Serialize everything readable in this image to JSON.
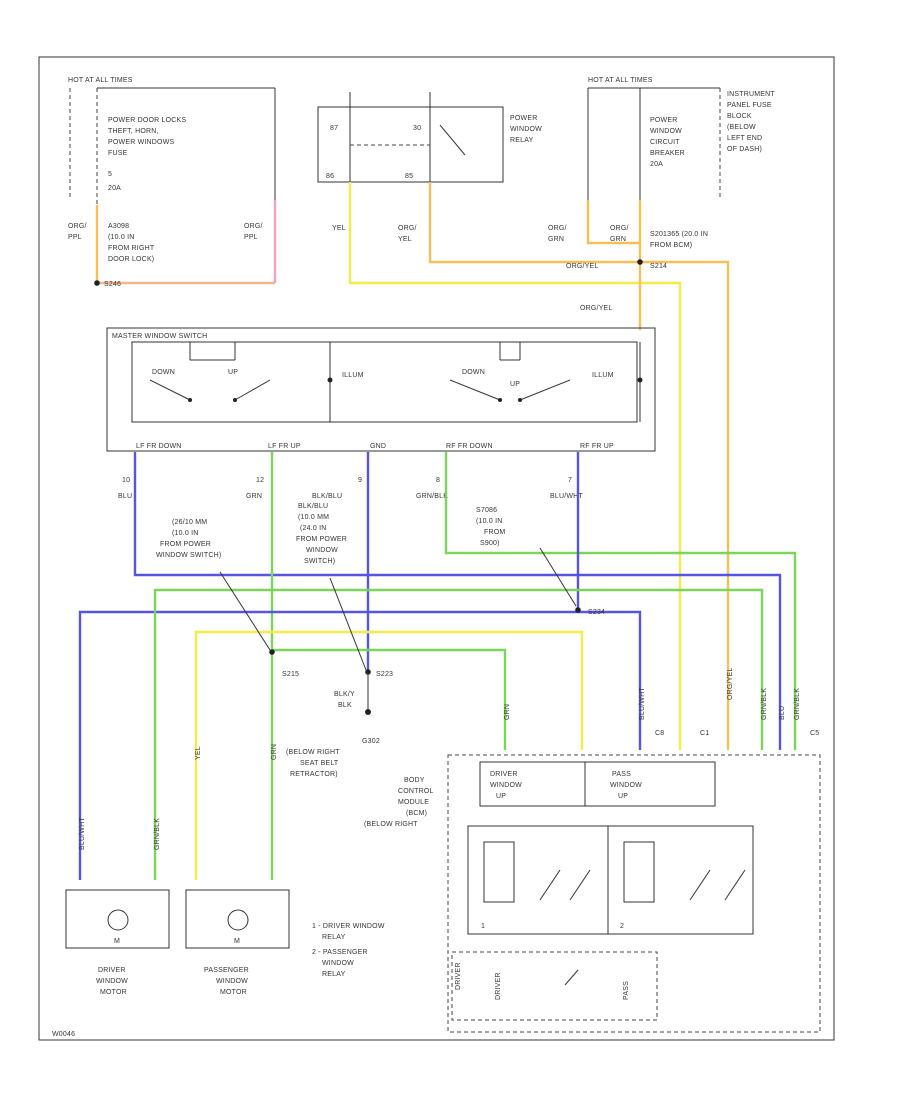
{
  "fuse_panel": {
    "hot_label": "HOT AT ALL TIMES",
    "fuse_desc": [
      "POWER DOOR LOCKS",
      "THEFT, HORN,",
      "POWER WINDOWS",
      "FUSE",
      "5",
      "20A"
    ],
    "splice_desc": [
      "A3098",
      "(10.0 IN",
      "FROM RIGHT",
      "DOOR LOCK)"
    ],
    "splice_id": "S246"
  },
  "relay": {
    "name": [
      "POWER",
      "WINDOW",
      "RELAY"
    ],
    "pin_87": "87",
    "pin_30": "30",
    "pin_86": "86",
    "pin_85": "85"
  },
  "breaker": {
    "hot_label": "HOT AT ALL TIMES",
    "name": [
      "POWER",
      "WINDOW",
      "CIRCUIT",
      "BREAKER",
      "20A"
    ],
    "panel_note": [
      "INSTRUMENT",
      "PANEL FUSE",
      "BLOCK",
      "(BELOW",
      "LEFT END",
      "OF DASH)"
    ],
    "splice_note": [
      "S201365 (20.0 IN",
      "FROM BCM)"
    ],
    "splice_id": "S214"
  },
  "wire_labels": {
    "org_ppl_a": [
      "ORG/",
      "PPL"
    ],
    "org_ppl_b": [
      "ORG/",
      "PPL"
    ],
    "yel": "YEL",
    "org_yel": [
      "ORG/",
      "YEL"
    ],
    "org_grn_a": [
      "ORG/",
      "GRN"
    ],
    "org_grn_b": [
      "ORG/",
      "GRN"
    ],
    "org_yel_run": "ORG/YEL",
    "org_yel_sw": "ORG/YEL"
  },
  "master_switch": {
    "name": "MASTER WINDOW SWITCH",
    "left_down": "DOWN",
    "left_up": "UP",
    "illum_1": "ILLUM",
    "right_down": "DOWN",
    "right_up": "UP",
    "illum_2": "ILLUM",
    "pins": [
      "LF FR DOWN",
      "LF FR UP",
      "GND",
      "RF FR DOWN",
      "RF FR UP"
    ],
    "pin_nums": [
      "10",
      "12",
      "9",
      "8",
      "7"
    ],
    "pin_colors": [
      "BLU",
      "GRN",
      "BLK/BLU",
      "GRN/BLK",
      "BLU/WHT"
    ]
  },
  "splice_notes": {
    "s215": [
      "(26/10 MM",
      "(10.0 IN",
      "FROM POWER",
      "WINDOW SWITCH)"
    ],
    "s223": [
      "BLK/BLU",
      "(10.0 MM",
      "(24.0 IN",
      "FROM POWER",
      "WINDOW",
      "SWITCH)"
    ],
    "s234": [
      "S7086",
      "(10.0 IN",
      "FROM",
      "S900)"
    ],
    "id_s215": "S215",
    "id_s223": "S223",
    "id_s234": "S234"
  },
  "ground": {
    "wire": [
      "BLK/Y",
      "BLK"
    ],
    "id": "G302",
    "desc": [
      "(BELOW RIGHT",
      "SEAT BELT",
      "RETRACTOR)"
    ]
  },
  "bcm": {
    "name": [
      "BODY",
      "CONTROL",
      "MODULE",
      "(BCM)",
      "(BELOW RIGHT"
    ],
    "driver_up": [
      "DRIVER",
      "WINDOW",
      "UP"
    ],
    "pass_up": [
      "PASS",
      "WINDOW",
      "UP"
    ],
    "relay_1": "1",
    "relay_2": "2",
    "legend_1": [
      "1 - DRIVER WINDOW",
      "RELAY"
    ],
    "legend_2": [
      "2 - PASSENGER",
      "WINDOW",
      "RELAY"
    ],
    "bottom_pins": [
      "DRIVER",
      "DRIVER",
      "PASS"
    ],
    "top_pins": [
      "C8",
      "C1",
      "C5"
    ]
  },
  "vertical_tags": [
    "BLU/WHT",
    "GRN/BLK",
    "YEL",
    "GRN",
    "BLU/WHT",
    "GRN/BLK",
    "ORG/YEL",
    "GRN",
    "GRN/BLK",
    "BLU"
  ],
  "motors": {
    "driver": [
      "DRIVER",
      "WINDOW",
      "MOTOR"
    ],
    "passenger": [
      "PASSENGER",
      "WINDOW",
      "MOTOR"
    ],
    "symbol": "M"
  },
  "footer_id": "W0046",
  "colors": {
    "yellow": "#f5ea4a",
    "orange": "#f5c058",
    "green": "#7dd45a",
    "blue": "#5555e0",
    "pink": "#f4a0c0"
  }
}
